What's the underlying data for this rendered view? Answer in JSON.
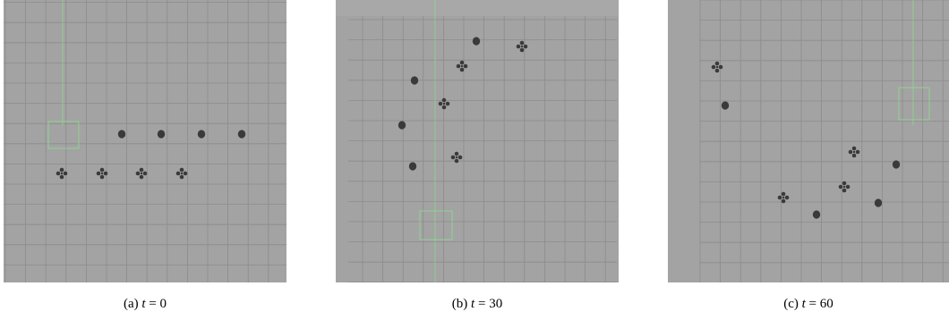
{
  "panels": [
    {
      "label": "(a)",
      "t_value": "0",
      "grid_spacing": 22.6,
      "robots": [
        {
          "kind": "ball"
        },
        {
          "kind": "ball"
        },
        {
          "kind": "ball"
        },
        {
          "kind": "ball"
        },
        {
          "kind": "quad"
        },
        {
          "kind": "quad"
        },
        {
          "kind": "quad"
        },
        {
          "kind": "quad"
        }
      ]
    },
    {
      "label": "(b)",
      "t_value": "30",
      "grid_spacing": 22.6,
      "robots": [
        {
          "kind": "ball"
        },
        {
          "kind": "ball"
        },
        {
          "kind": "ball"
        },
        {
          "kind": "ball"
        },
        {
          "kind": "quad"
        },
        {
          "kind": "quad"
        },
        {
          "kind": "quad"
        },
        {
          "kind": "quad"
        }
      ]
    },
    {
      "label": "(c)",
      "t_value": "60",
      "grid_spacing": 22.6,
      "robots": [
        {
          "kind": "ball"
        },
        {
          "kind": "ball"
        },
        {
          "kind": "ball"
        },
        {
          "kind": "ball"
        },
        {
          "kind": "quad"
        },
        {
          "kind": "quad"
        },
        {
          "kind": "quad"
        },
        {
          "kind": "quad"
        }
      ]
    }
  ],
  "caption_var": "t",
  "colors": {
    "background": "#a3a3a3",
    "grid": "#8c8c8c",
    "green": "#8fd68f",
    "robot": "#3a3a3a"
  }
}
